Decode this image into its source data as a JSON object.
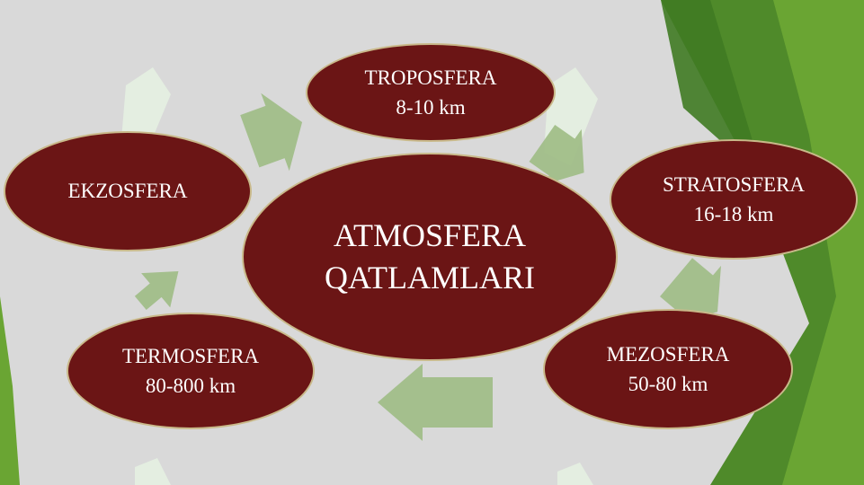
{
  "center": {
    "line1": "ATMOSFERA",
    "line2": "QATLAMLARI"
  },
  "layers": {
    "troposfera": {
      "name": "TROPOSFERA",
      "range": "8-10 km"
    },
    "stratosfera": {
      "name": "STRATOSFERA",
      "range": "16-18 km"
    },
    "mezosfera": {
      "name": "MEZOSFERA",
      "range": "50-80 km"
    },
    "termosfera": {
      "name": "TERMOSFERA",
      "range": "80-800 km"
    },
    "ekzosfera": {
      "name": "EKZOSFERA"
    }
  },
  "colors": {
    "node_fill": "#6b1515",
    "node_border": "#c9b98a",
    "arrow": "#9dbb84",
    "accent_green": "#6aa533"
  }
}
